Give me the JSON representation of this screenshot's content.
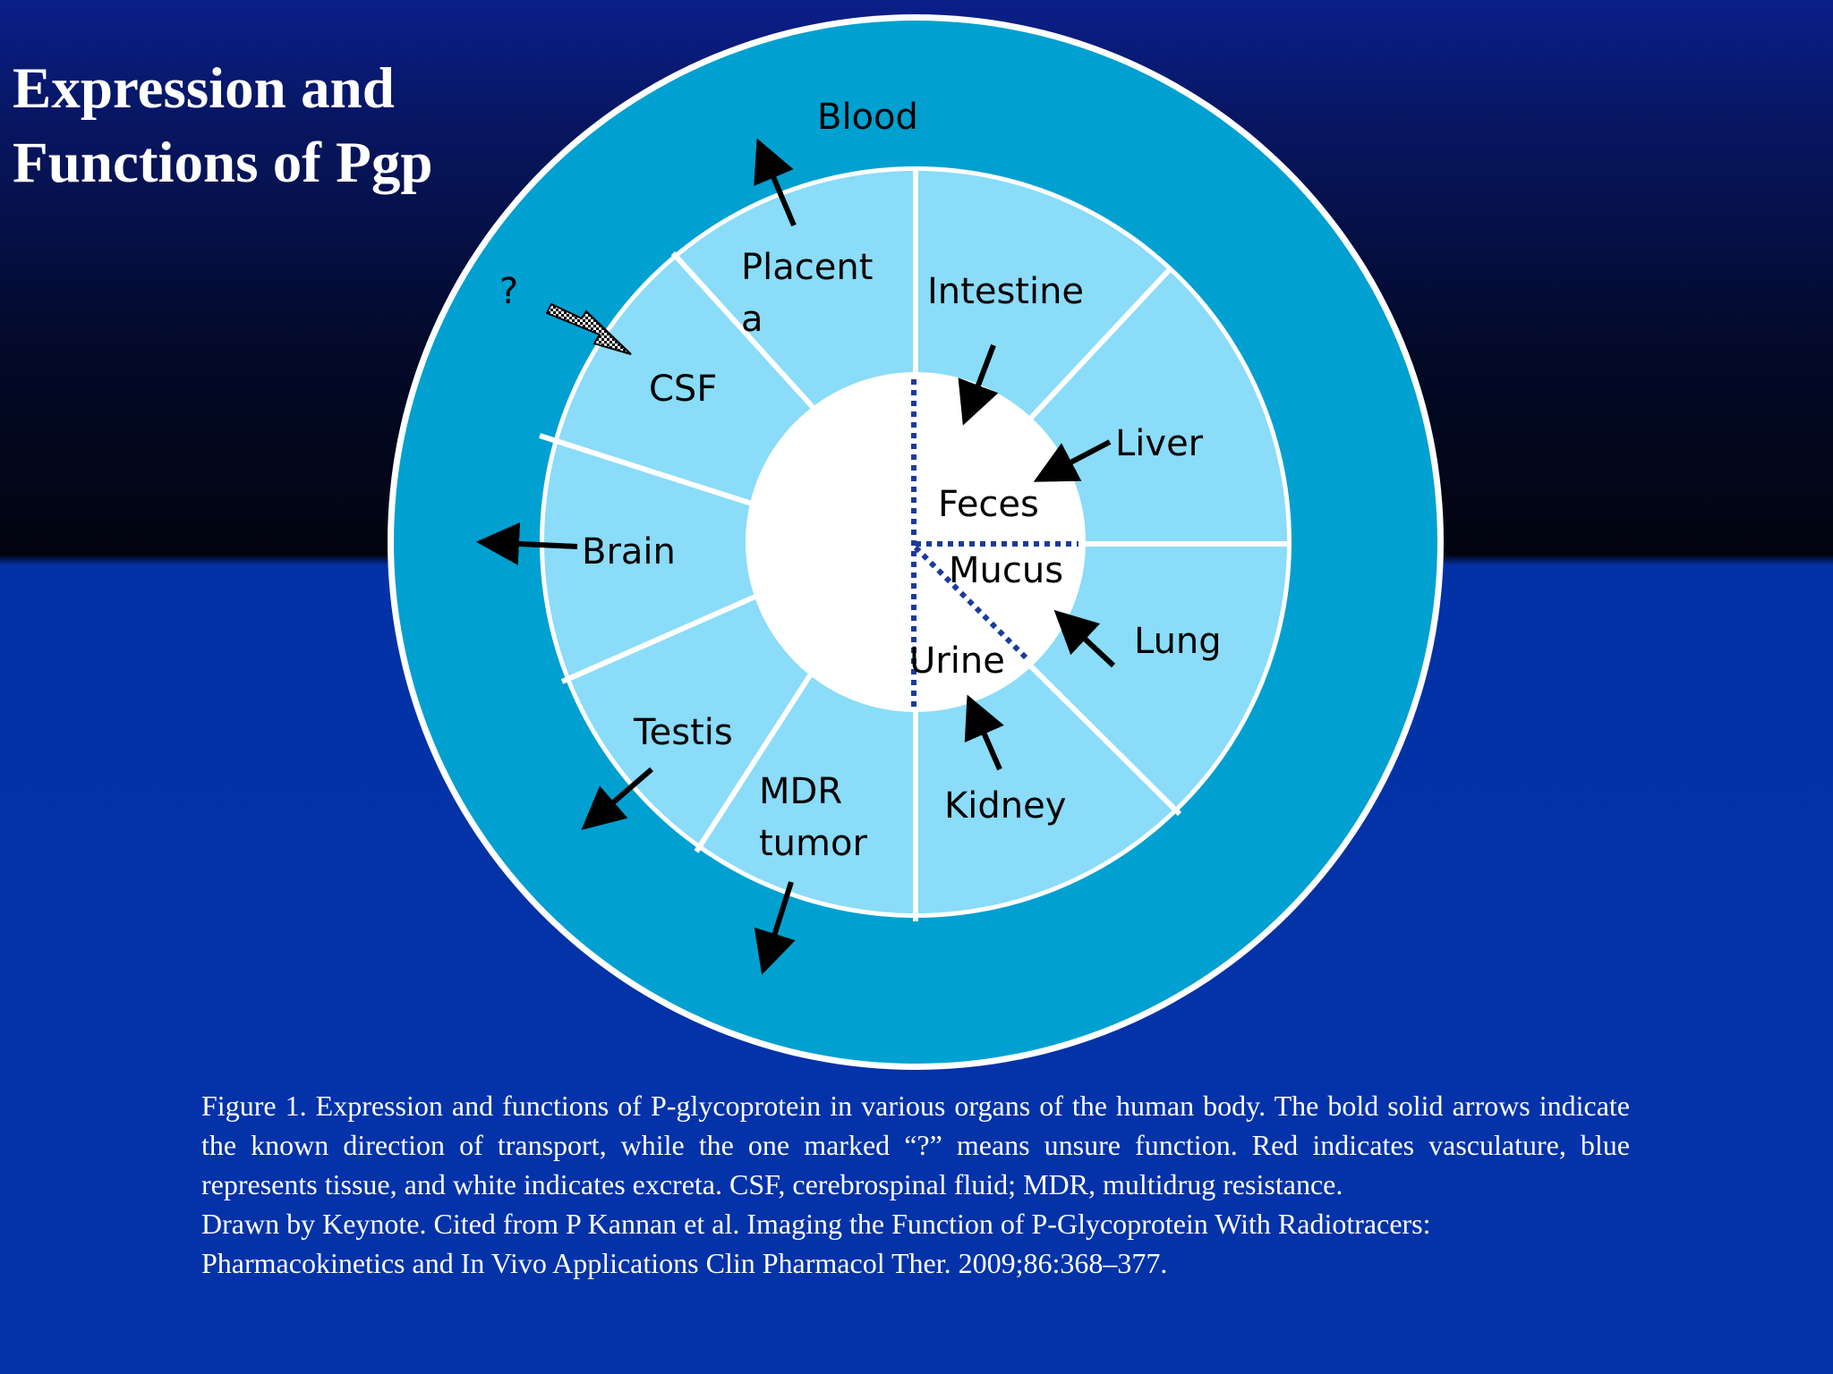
{
  "slide": {
    "title_line1": "Expression and",
    "title_line2": "Functions of Pgp"
  },
  "diagram": {
    "outer_label": "Blood",
    "unsure_marker": "?",
    "organs": {
      "placenta_line1": "Placent",
      "placenta_line2": "a",
      "intestine": "Intestine",
      "liver": "Liver",
      "lung": "Lung",
      "kidney": "Kidney",
      "mdr_line1": "MDR",
      "mdr_line2": "tumor",
      "testis": "Testis",
      "brain": "Brain",
      "csf": "CSF"
    },
    "excreta": {
      "feces": "Feces",
      "mucus": "Mucus",
      "urine": "Urine"
    },
    "colors": {
      "vasculature_ring": "#00a0d0",
      "tissue": "#8adcf8",
      "excreta": "#ffffff",
      "divider": "#ffffff",
      "dotted_line": "#1a3b9a"
    }
  },
  "caption": {
    "figure_text": "Figure 1. Expression and functions of P-glycoprotein in various organs of the human body. The bold solid arrows indicate the known direction of transport, while the one marked “?” means unsure function. Red indicates vasculature, blue represents tissue, and white indicates excreta. CSF, cerebrospinal fluid; MDR, multidrug resistance.",
    "citation_text": "Drawn by Keynote. Cited from P Kannan et al. Imaging the Function of P-Glycoprotein With Radiotracers: Pharmacokinetics and In Vivo Applications Clin Pharmacol Ther. 2009;86:368–377."
  }
}
